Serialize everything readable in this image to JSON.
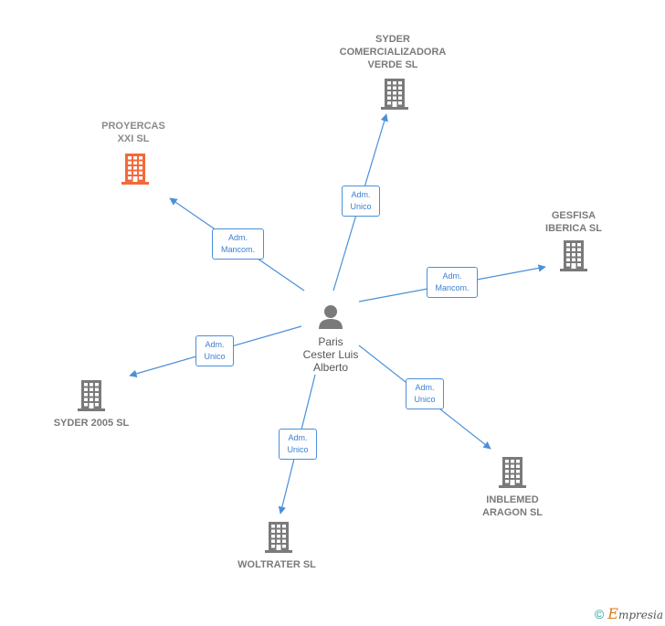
{
  "center": {
    "name_lines": [
      "Paris",
      "Cester Luis",
      "Alberto"
    ]
  },
  "companies": [
    {
      "id": "proyercas",
      "lines": [
        "PROYERCAS",
        "XXI SL"
      ],
      "highlight": true
    },
    {
      "id": "syder-comercializadora",
      "lines": [
        "SYDER",
        "COMERCIALIZADORA",
        "VERDE SL"
      ]
    },
    {
      "id": "gesfisa",
      "lines": [
        "GESFISA",
        "IBERICA SL"
      ]
    },
    {
      "id": "syder-2005",
      "lines": [
        "SYDER 2005 SL"
      ]
    },
    {
      "id": "woltrater",
      "lines": [
        "WOLTRATER SL"
      ]
    },
    {
      "id": "inblemed",
      "lines": [
        "INBLEMED",
        "ARAGON SL"
      ]
    }
  ],
  "edges": [
    {
      "to": "proyercas",
      "lines": [
        "Adm.",
        "Mancom."
      ]
    },
    {
      "to": "syder-comercializadora",
      "lines": [
        "Adm.",
        "Unico"
      ]
    },
    {
      "to": "gesfisa",
      "lines": [
        "Adm.",
        "Mancom."
      ]
    },
    {
      "to": "syder-2005",
      "lines": [
        "Adm.",
        "Unico"
      ]
    },
    {
      "to": "woltrater",
      "lines": [
        "Adm.",
        "Unico"
      ]
    },
    {
      "to": "inblemed",
      "lines": [
        "Adm.",
        "Unico"
      ]
    }
  ],
  "colors": {
    "edge": "#4a90d9",
    "building": "#7a7a7a",
    "building_highlight": "#f26a3a",
    "person": "#7a7a7a"
  },
  "footer": {
    "copyright_symbol": "©",
    "brand_initial": "E",
    "brand_rest": "mpresia"
  }
}
